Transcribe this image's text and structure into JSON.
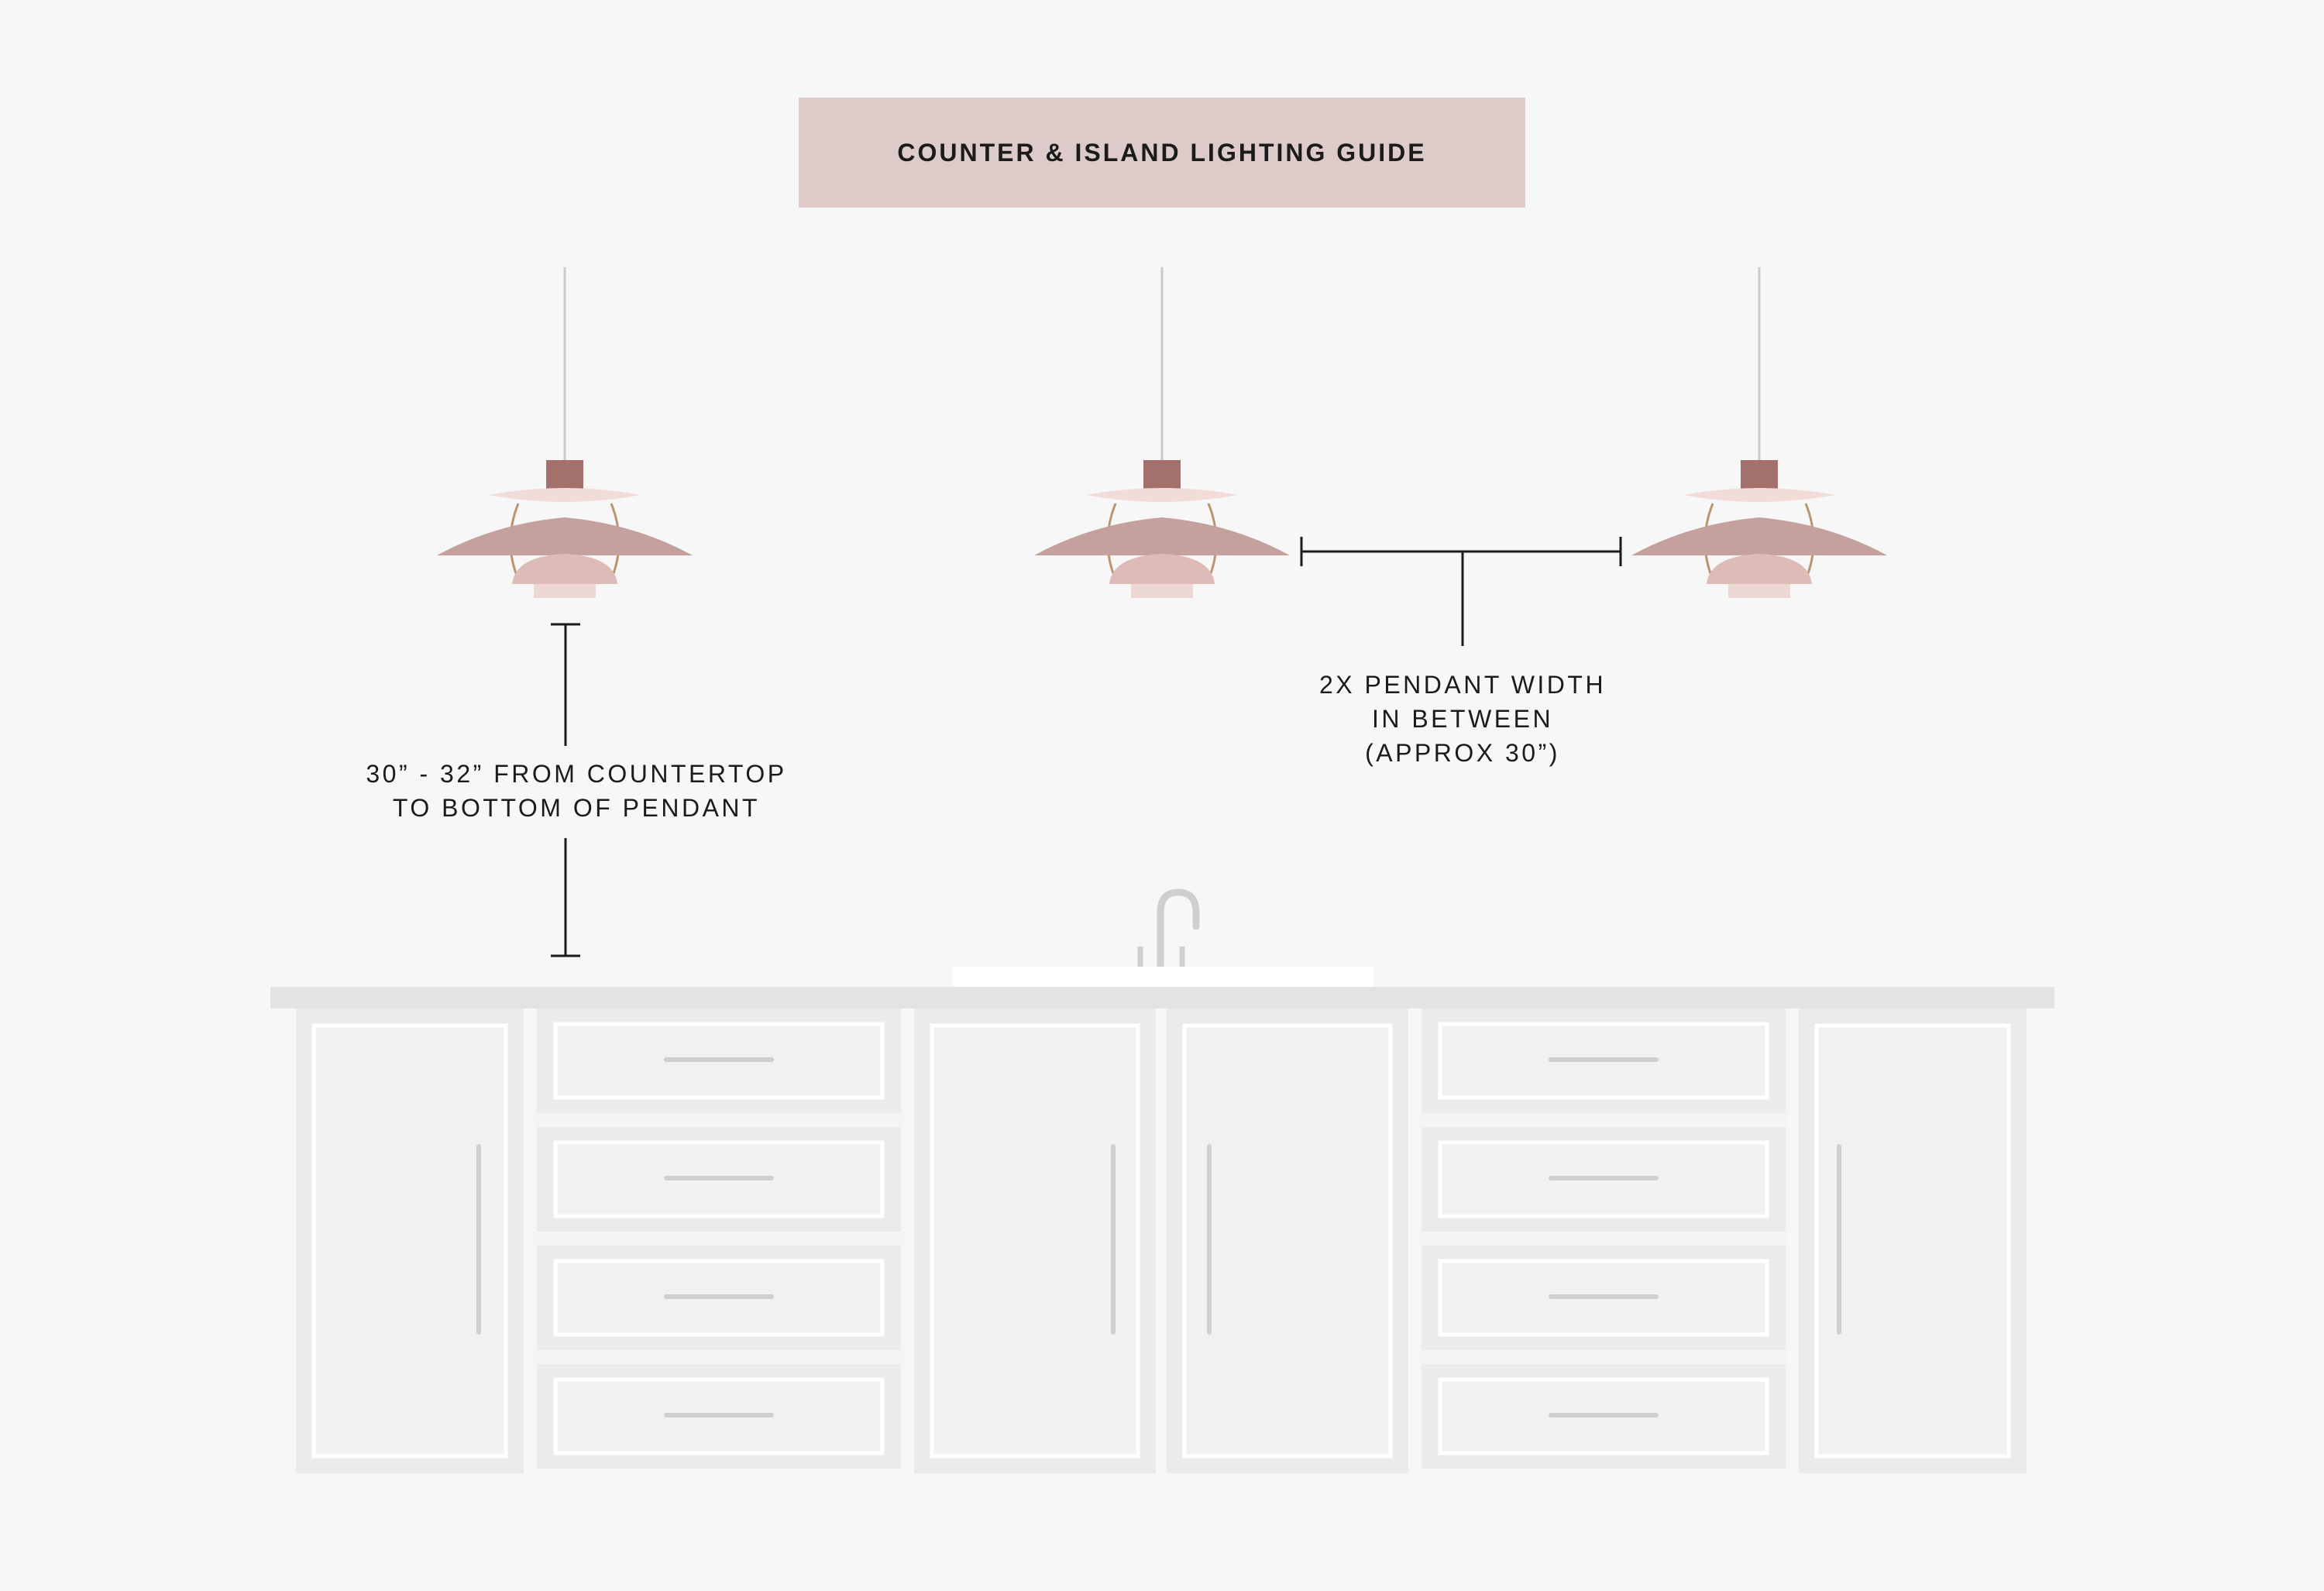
{
  "title": "COUNTER & ISLAND LIGHTING GUIDE",
  "annotations": {
    "height": {
      "line1": "30” - 32” FROM COUNTERTOP",
      "line2": "TO BOTTOM OF PENDANT"
    },
    "spacing": {
      "line1": "2X PENDANT WIDTH",
      "line2": "IN BETWEEN",
      "line3": "(APPROX 30”)"
    }
  },
  "pendant_count": 3,
  "colors": {
    "background": "#f7f7f7",
    "banner": "#dccbc9",
    "text": "#1b1b1b",
    "pendant_cap": "#a2706d",
    "pendant_top_shade": "#f1dcda",
    "pendant_main_shade": "#c4a19c",
    "pendant_lower_shade": "#ddbcb8",
    "pendant_bottom_disc": "#edd7d4",
    "cord": "#c9c9c9",
    "counter_top": "#e3e3e3",
    "cabinet_frame": "#ebebeb",
    "cabinet_panel": "#f1f1f1",
    "cabinet_inset_border": "#ffffff",
    "handle": "#cfcfcf",
    "faucet": "#cfcfcf",
    "sink": "#ffffff"
  }
}
